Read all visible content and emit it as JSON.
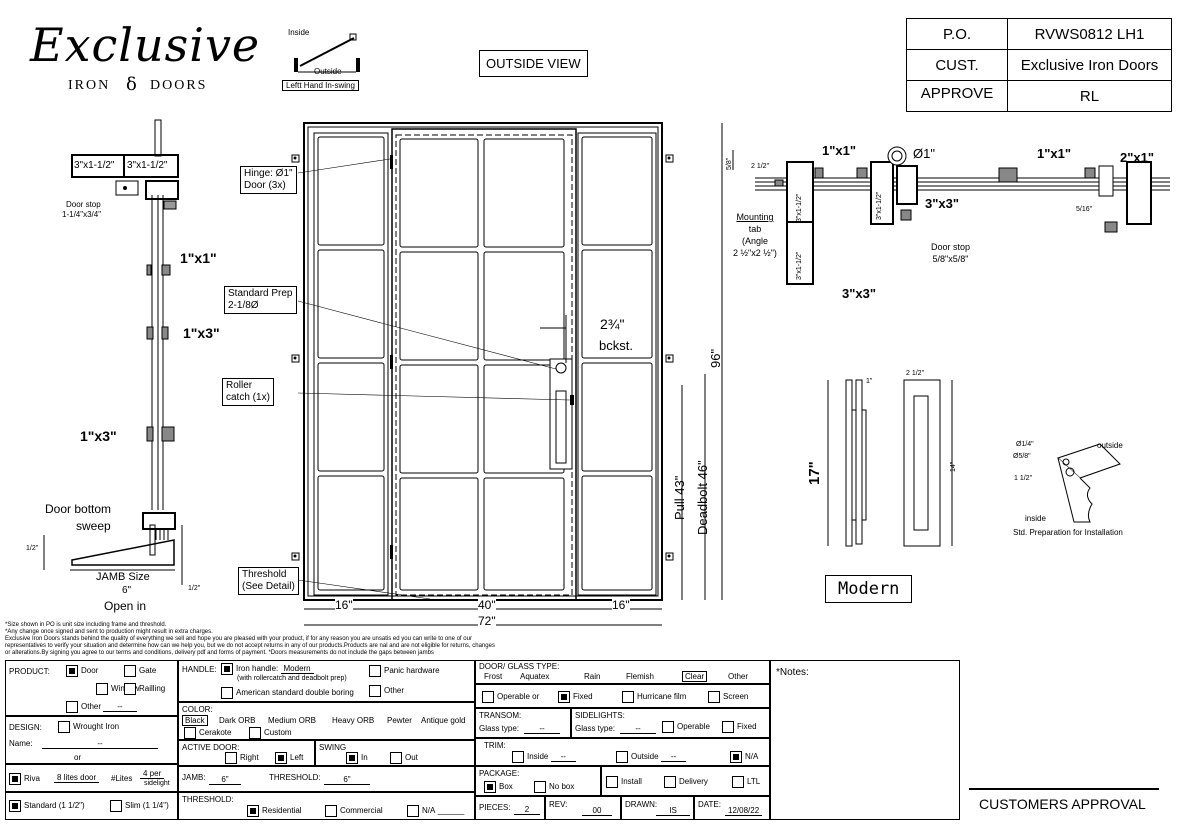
{
  "logo": {
    "script": "Exclusive",
    "sub": "IRON",
    "sub2": "DOORS"
  },
  "swing_diagram": {
    "inside": "Inside",
    "outside": "Outside",
    "caption": "Leftt Hand In-swing"
  },
  "view_label": "OUTSIDE VIEW",
  "po_table": [
    {
      "label": "P.O.",
      "value": "RVWS0812 LH1"
    },
    {
      "label": "CUST.",
      "value": "Exclusive Iron Doors"
    },
    {
      "label": "APPROVE",
      "value": "RL"
    }
  ],
  "left_section": {
    "jamb_top_left": "3\"x1-1/2\"",
    "jamb_top_right": "3\"x1-1/2\"",
    "door_stop": "Door stop",
    "door_stop_size": "1-1/4\"x3/4\"",
    "dim1": "1\"x1\"",
    "dim2": "1\"x3\"",
    "dim3": "1\"x3\"",
    "sweep1": "Door bottom",
    "sweep2": "sweep",
    "jamb_size": "JAMB Size",
    "jamb_val": "6\"",
    "open": "Open in",
    "half": "1/2\""
  },
  "door_callouts": {
    "hinge1": "Hinge: Ø1\"",
    "hinge2": "Door (3x)",
    "prep1": "Standard Prep",
    "prep2": "2-1/8Ø",
    "roller1": "Roller",
    "roller2": "catch (1x)",
    "threshold1": "Threshold",
    "threshold2": "(See Detail)",
    "backset": "2¾\"",
    "backset2": "bckst.",
    "height": "96\"",
    "pull": "Pull 43\"",
    "deadbolt": "Deadbolt 46\"",
    "w_left": "16\"",
    "w_mid": "40\"",
    "w_right": "16\"",
    "w_total": "72\""
  },
  "right_section": {
    "top_dim": "5/8\"",
    "dim_2half": "2 1/2\"",
    "jamb_a": "3\"x1-1/2\"",
    "jamb_b": "3\"x1-1/2\"",
    "jamb_c": "3\"x1-1/2\"",
    "dim_half": "1\"x1\"",
    "dim_o1": "Ø1\"",
    "dim_34": "3\"x3\"",
    "dim_half2": "1\"x1\"",
    "dim_2x1": "2\"x1\"",
    "dim_516": "5/16\"",
    "mount1": "Mounting",
    "mount2": "tab",
    "mount3": "(Angle",
    "mount4": "2 ½\"x2 ½\")",
    "stop1": "Door stop",
    "stop2": "5/8\"x5/8\"",
    "dim_34b": "3\"x3\"",
    "handle_17": "17\"",
    "handle_1": "1\"",
    "handle_14": "14\"",
    "handle_2h": "2 1/2\"",
    "modern": "Modern",
    "prep_a": "Ø1/4\"",
    "prep_b": "Ø5/8\"",
    "prep_c": "1 1/2\"",
    "prep_outside": "outside",
    "prep_inside": "inside",
    "prep_caption": "Std. Preparation for Installation"
  },
  "disclaimer": [
    "*Size shown in PO is unit size including frame and threshold.",
    "*Any change once signed and sent to production might result in extra charges.",
    "Exclusive Iron Doors stands behind the quality of everything we sell and hope you are pleased with your product, if for any reason you are unsatis  ed you can write to one of our",
    "representatives to verify your situation and determine how can we help you, but we do not accept returns in any of our products.Products are   nal and are not eligible for returns, changes",
    "or alterations.By signing you agree to our terms and conditions, delivery pdf and forms of payment. *Doors measurements do not include the gaps between jambs"
  ],
  "form": {
    "product_label": "PRODUCT:",
    "product_door": "Door",
    "product_gate": "Gate",
    "product_window": "Window",
    "product_railing": "Railling",
    "product_other": "Other",
    "product_other_val": "--",
    "design_label": "DESIGN:",
    "design_wrought": "Wrought Iron",
    "name_label": "Name:",
    "name_val": "--",
    "or": "or",
    "riva": "Riva",
    "riva_val": "8 lites door",
    "lites_label": "#Lites",
    "lites_val": "4 per",
    "lites_val2": "sidelight",
    "standard": "Standard (1 1/2\")",
    "slim": "Slim (1 1/4\")",
    "handle_label": "HANDLE:",
    "handle_iron": "Iron handle:",
    "handle_iron_val": "Modern",
    "handle_iron_note": "(with rollercatch and deadbolt prep)",
    "handle_panic": "Panic hardware",
    "handle_american": "American standard double boring",
    "handle_other": "Other",
    "color_label": "COLOR:",
    "color_black": "Black",
    "color_dark": "Dark ORB",
    "color_medium": "Medium ORB",
    "color_heavy": "Heavy ORB",
    "color_pewter": "Pewter",
    "color_antique": "Antique gold",
    "color_cerakote": "Cerakote",
    "color_custom": "Custom",
    "active_label": "ACTIVE DOOR:",
    "active_right": "Right",
    "active_left": "Left",
    "swing_label": "SWING",
    "swing_in": "In",
    "swing_out": "Out",
    "jamb_label": "JAMB:",
    "jamb_val": "6\"",
    "threshold_label": "THRESHOLD:",
    "threshold_val": "6\"",
    "threshold2_label": "THRESHOLD:",
    "th_res": "Residential",
    "th_com": "Commercial",
    "th_na": "N/A",
    "glass_label": "DOOR/ GLASS TYPE:",
    "glass_frost": "Frost",
    "glass_aquatex": "Aquatex",
    "glass_rain": "Rain",
    "glass_flemish": "Flemish",
    "glass_clear": "Clear",
    "glass_other": "Other",
    "op_operable": "Operable",
    "op_or": "or",
    "op_fixed": "Fixed",
    "op_hurricane": "Hurricane film",
    "op_screen": "Screen",
    "transom_label": "TRANSOM:",
    "transom_glass": "Glass type:",
    "transom_glass_val": "--",
    "side_label": "SIDELIGHTS:",
    "side_glass": "Glass type:",
    "side_glass_val": "--",
    "side_operable": "Operable",
    "side_fixed": "Fixed",
    "trim_label": "TRIM:",
    "trim_inside": "Inside",
    "trim_inside_val": "--",
    "trim_outside": "Outside",
    "trim_outside_val": "--",
    "trim_na": "N/A",
    "package_label": "PACKAGE:",
    "pkg_box": "Box",
    "pkg_nobox": "No box",
    "pkg_install": "Install",
    "pkg_delivery": "Delivery",
    "pkg_ltl": "LTL",
    "pieces_label": "PIECES:",
    "pieces_val": "2",
    "rev_label": "REV:",
    "rev_val": "00",
    "drawn_label": "DRAWN:",
    "drawn_val": "IS",
    "date_label": "DATE:",
    "date_val": "12/08/22",
    "notes_label": "*Notes:",
    "approval": "CUSTOMERS APPROVAL"
  }
}
